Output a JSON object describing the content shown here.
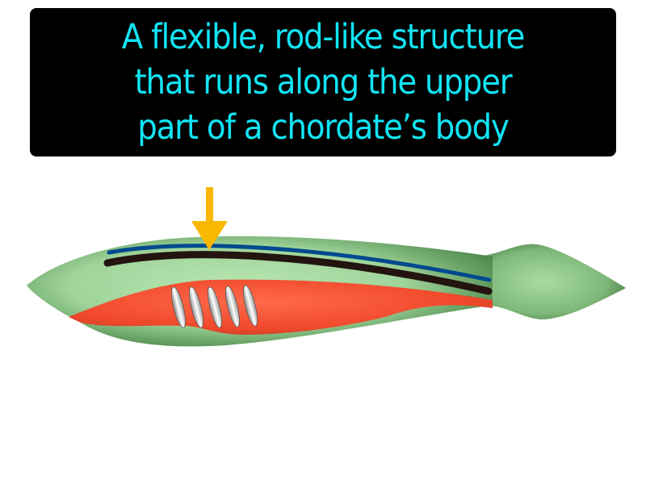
{
  "caption": {
    "lines": [
      "A flexible, rod-like structure",
      "that runs along the upper",
      "part of a chordate’s body"
    ],
    "text_color": "#12e4f4",
    "background_color": "#000000"
  },
  "illustration": {
    "subject": "chordate body diagram",
    "pointer": {
      "icon": "arrow-down-icon",
      "color": "#fbb800",
      "target": "notochord"
    },
    "parts": [
      {
        "name": "body",
        "color": "#8fc98a"
      },
      {
        "name": "dorsal nerve cord",
        "color": "#004a8f"
      },
      {
        "name": "notochord",
        "color": "#231410"
      },
      {
        "name": "digestive tract",
        "color": "#f04a2a"
      },
      {
        "name": "pharyngeal slits",
        "count": 5,
        "color": "#e8e8e8"
      },
      {
        "name": "tail fin",
        "color": "#7fb87a"
      }
    ]
  }
}
